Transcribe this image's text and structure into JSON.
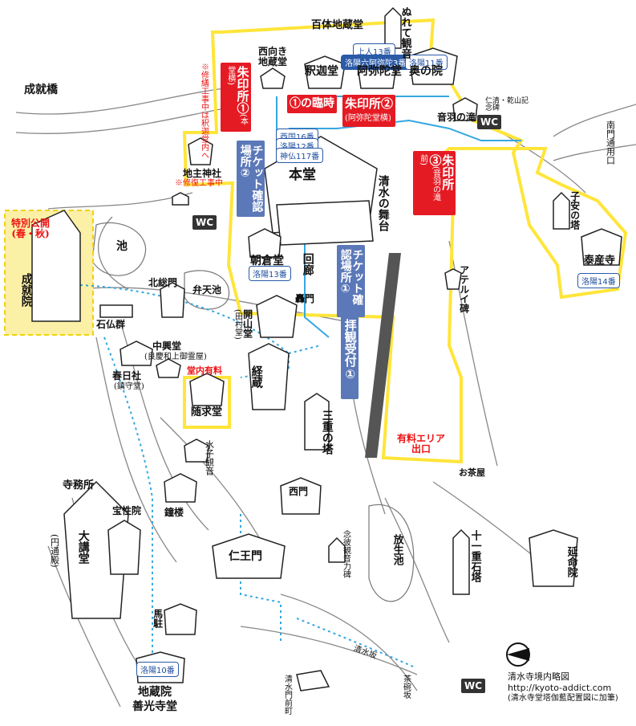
{
  "title": "清水寺境内略図",
  "source_url": "http://kyoto-addict.com",
  "note": "(清水寺堂塔伽藍配置図に加筆)",
  "paid_area_exit": "有料エリア\n出口",
  "red_labels": {
    "goshuin1": "朱印所①",
    "goshuin1_sub": "(本堂横)",
    "goshuin1_note": "※修繕工事中は釈迦堂内へ",
    "goshuin2": "朱印所②",
    "goshuin2_sub": "(阿弥陀堂横)",
    "goshuin3": "朱印所③",
    "goshuin3_sub": "(音羽の滝前)",
    "rinji": "①の臨時",
    "jishu_note": "※修復工事中",
    "special_open": "特別公開\n(春・秋)",
    "paid_inside": "堂内有料"
  },
  "blue_labels": {
    "ticket2": "チケット確認場所②",
    "ticket1": "チケット確認場所①",
    "haikan": "拝観受付①"
  },
  "badges": {
    "jonin13": "上人13番",
    "rakuyo_amida": "洛陽六阿弥陀3番",
    "rakuyo11": "洛陽11番",
    "saigoku16": "西国16番",
    "rakuyo12": "洛陽12番",
    "kami117": "神仏117番",
    "rakuyo13": "洛陽13番",
    "rakuyo14": "洛陽14番",
    "rakuyo10": "洛陽10番"
  },
  "places": {
    "hyakutai": "百体地蔵堂",
    "nurete": "ぬれて観音",
    "nishimuki": "西向き地蔵堂",
    "shaka": "釈迦堂",
    "amida": "阿弥陀堂",
    "okunoin": "奥の院",
    "otowa": "音羽の滝",
    "ninsei": "仁清・乾山記念碑",
    "minamimon": "南門通用口",
    "hondo": "本堂",
    "butai": "清水の舞台",
    "jishu": "地主神社",
    "koyasu": "子安の塔",
    "taisanji": "泰産寺",
    "asakura": "朝倉堂",
    "kairo": "回廊",
    "todoromon": "轟門",
    "aterui": "アテルイ碑",
    "pond": "池",
    "jojuin": "成就院",
    "jojubashi": "成就橋",
    "kitasomon": "北総門",
    "bentenike": "弁天池",
    "sekibutsu": "石仏群",
    "kaisando": "開山堂",
    "tamurado": "(田村堂)",
    "chukodo": "中興堂",
    "chukodo_sub": "(良慶和上御霊屋)",
    "kasugasha": "春日社",
    "kasugasha_sub": "(鎮守堂)",
    "zuigudo": "随求堂",
    "kyozo": "経蔵",
    "sanju": "三重の塔",
    "mizuko": "水子観音",
    "jimusho": "寺務所",
    "daikodo": "大講堂",
    "entsuden": "(円通殿)",
    "hoshoin": "宝性院",
    "shoro": "鐘楼",
    "saimon": "西門",
    "ochaya": "お茶屋",
    "nenbutsu": "念彼観音力碑",
    "niomon": "仁王門",
    "hojoike": "放生池",
    "juichi": "十一重石塔",
    "enmeiin": "延命院",
    "umatodome": "馬駐",
    "jizoin": "地蔵院",
    "zenkoji": "善光寺堂",
    "kiyomizumon": "清水門前町",
    "chawanzaka": "茶碗坂",
    "kiyomizuzaka": "清水坂"
  },
  "wc": "WC",
  "colors": {
    "yellow_route": "#ffe53a",
    "yellow_area": "#fbf0a5",
    "red": "#e51b24",
    "blue_box": "#5b78b8",
    "blue_path": "#35a7e0",
    "badge_blue": "#2a5aa8"
  }
}
